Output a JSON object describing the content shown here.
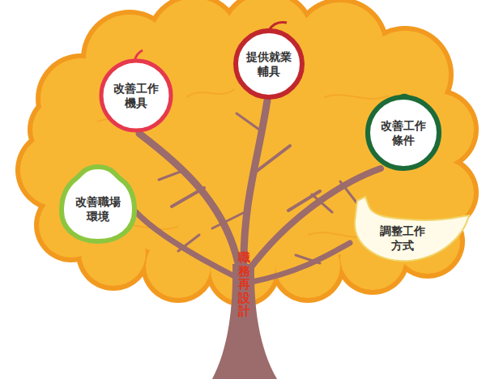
{
  "diagram": {
    "nodes": [
      {
        "text": [
          "提供就業 輔具"
        ]
      },
      {
        "text": [
          "改善工作 機具"
        ]
      },
      {
        "text": [
          "改善工作 條件"
        ]
      },
      {
        "text": [
          "改善職場 環境"
        ]
      },
      {
        "text": [
          "調整工作 方式"
        ]
      }
    ],
    "labels": [
      "職務再設計"
    ]
  }
}
